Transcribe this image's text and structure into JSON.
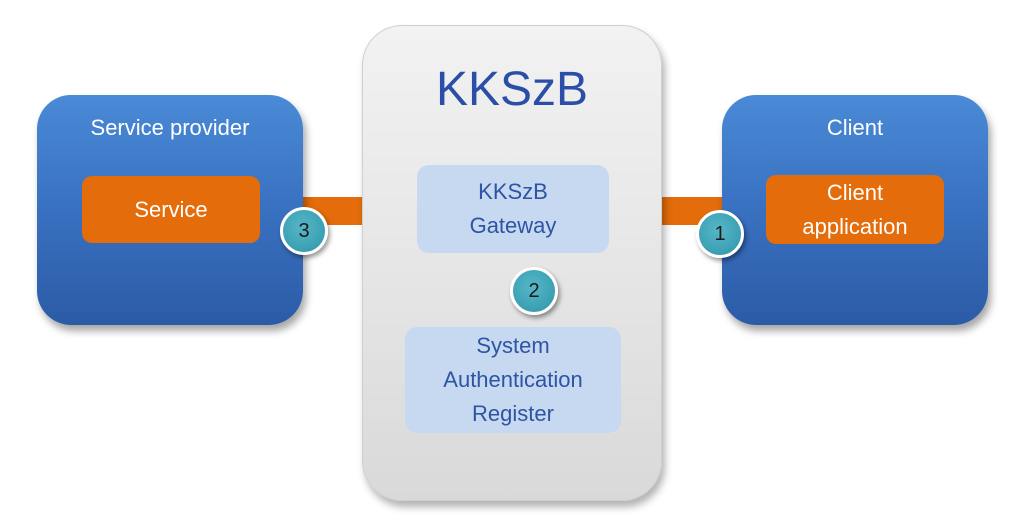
{
  "service_provider": {
    "title": "Service provider",
    "service_label": "Service"
  },
  "kkszb": {
    "title": "KKSzB",
    "gateway_line1": "KKSzB",
    "gateway_line2": "Gateway",
    "register_line1": "System",
    "register_line2": "Authentication",
    "register_line3": "Register"
  },
  "client": {
    "title": "Client",
    "app_line1": "Client",
    "app_line2": "application"
  },
  "badges": {
    "one": "1",
    "two": "2",
    "three": "3"
  },
  "colors": {
    "blue_box": "#3a73c3",
    "gray_box": "#e6e6e6",
    "orange": "#e46c0a",
    "light_blue": "#c6d9f1",
    "kkszb_text": "#2b4fa8",
    "badge": "#3ea3b6"
  }
}
